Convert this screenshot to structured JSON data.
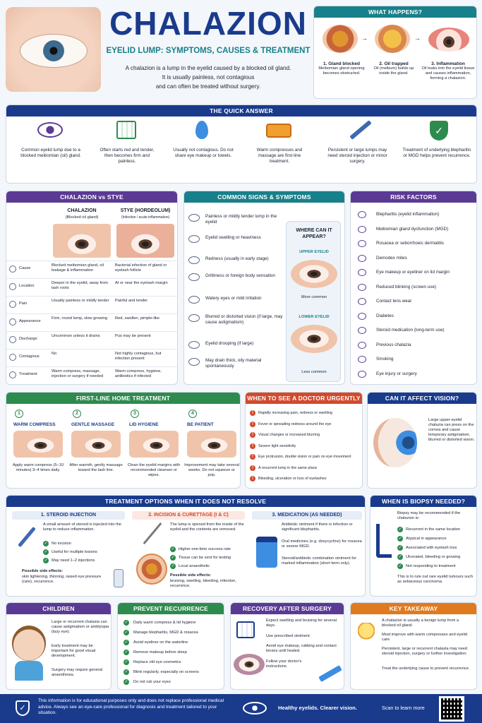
{
  "header": {
    "title": "CHALAZION",
    "subtitle": "EYELID LUMP: SYMPTOMS, CAUSES & TREATMENT",
    "intro": [
      "A chalazion is a lump in the eyelid caused by a blocked oil gland.",
      "It is usually painless, not contagious",
      "and can often be treated without surgery."
    ]
  },
  "what_happens": {
    "title": "WHAT HAPPENS?",
    "steps": [
      {
        "title": "1. Gland blocked",
        "text": "Meibomian gland opening becomes obstructed."
      },
      {
        "title": "2. Oil trapped",
        "text": "Oil (meibum) builds up inside the gland."
      },
      {
        "title": "3. Inflammation",
        "text": "Oil leaks into the eyelid tissue and causes inflammation, forming a chalazion."
      }
    ]
  },
  "quick_answer": {
    "title": "THE QUICK ANSWER",
    "items": [
      {
        "icon": "eye-icon",
        "text": "Common eyelid lump due to a blocked meibomian (oil) gland."
      },
      {
        "icon": "calendar-icon",
        "text": "Often starts red and tender, then becomes firm and painless."
      },
      {
        "icon": "droplet-icon",
        "text": "Usually not contagious. Do not share eye makeup or towels."
      },
      {
        "icon": "warm-compress-icon",
        "text": "Warm compresses and massage are first-line treatment."
      },
      {
        "icon": "syringe-icon",
        "text": "Persistent or large lumps may need steroid injection or minor surgery."
      },
      {
        "icon": "shield-check-icon",
        "text": "Treatment of underlying blepharitis or MGD helps prevent recurrence."
      }
    ]
  },
  "vs_stye": {
    "title": "CHALAZION vs STYE",
    "col1": "CHALAZION",
    "col1_sub": "(Blocked oil gland)",
    "col2": "STYE (HORDEOLUM)",
    "col2_sub": "(Infection / acute inflammation)",
    "rows": [
      {
        "label": "Cause",
        "a": "Blocked meibomian gland, oil leakage & inflammation",
        "b": "Bacterial infection of gland or eyelash follicle"
      },
      {
        "label": "Location",
        "a": "Deeper in the eyelid, away from lash roots",
        "b": "At or near the eyelash margin"
      },
      {
        "label": "Pain",
        "a": "Usually painless or mildly tender",
        "b": "Painful and tender"
      },
      {
        "label": "Appearance",
        "a": "Firm, round lump, slow growing",
        "b": "Red, swollen, pimple-like"
      },
      {
        "label": "Discharge",
        "a": "Uncommon unless it drains",
        "b": "Pus may be present"
      },
      {
        "label": "Contagious",
        "a": "No",
        "b": "Not highly contagious, but infection present"
      },
      {
        "label": "Treatment",
        "a": "Warm compress, massage, injection or surgery if needed",
        "b": "Warm compress, hygiene, antibiotics if infected"
      }
    ]
  },
  "symptoms": {
    "title": "COMMON SIGNS & SYMPTOMS",
    "items": [
      "Painless or mildly tender lump in the eyelid",
      "Eyelid swelling or heaviness",
      "Redness (usually in early stage)",
      "Grittiness or foreign body sensation",
      "Watery eyes or mild irritation",
      "Blurred or distorted vision (if large, may cause astigmatism)",
      "Eyelid drooping (if large)",
      "May drain thick, oily material spontaneously"
    ],
    "where_title": "WHERE CAN IT APPEAR?",
    "upper": "UPPER EYELID",
    "upper_note": "More common",
    "lower": "LOWER EYELID",
    "lower_note": "Less common"
  },
  "risk": {
    "title": "RISK FACTORS",
    "items": [
      "Blepharitis (eyelid inflammation)",
      "Meibomian gland dysfunction (MGD)",
      "Rosacea or seborrhoeic dermatitis",
      "Demodex mites",
      "Eye makeup or eyeliner on lid margin",
      "Reduced blinking (screen use)",
      "Contact lens wear",
      "Diabetes",
      "Steroid medication (long-term use)",
      "Previous chalazia",
      "Smoking",
      "Eye injury or surgery"
    ]
  },
  "home": {
    "title": "FIRST-LINE HOME TREATMENT",
    "steps": [
      {
        "n": "1",
        "title": "WARM COMPRESS",
        "text": "Apply warm compress (5–10 minutes) 3–4 times daily."
      },
      {
        "n": "2",
        "title": "GENTLE MASSAGE",
        "text": "After warmth, gently massage toward the lash line."
      },
      {
        "n": "3",
        "title": "LID HYGIENE",
        "text": "Clean the eyelid margins with recommended cleanser or wipes."
      },
      {
        "n": "4",
        "title": "BE PATIENT",
        "text": "Improvement may take several weeks. Do not squeeze or pop."
      }
    ]
  },
  "urgent": {
    "title": "WHEN TO SEE A DOCTOR URGENTLY",
    "items": [
      "Rapidly increasing pain, redness or swelling",
      "Fever or spreading redness around the eye",
      "Visual changes or increased blurring",
      "Severe light sensitivity",
      "Eye protrusion, double vision or pain on eye movement",
      "A recurrent lump in the same place",
      "Bleeding, ulceration or loss of eyelashes"
    ]
  },
  "vision": {
    "title": "CAN IT AFFECT VISION?",
    "text": "Large upper-eyelid chalazia can press on the cornea and cause temporary astigmatism, blurred or distorted vision."
  },
  "options": {
    "title": "TREATMENT OPTIONS WHEN IT DOES NOT RESOLVE",
    "steroid": {
      "title": "1. STEROID INJECTION",
      "intro": "A small amount of steroid is injected into the lump to reduce inflammation.",
      "points": [
        "No incision",
        "Useful for multiple lesions",
        "May need 1–2 injections"
      ],
      "side_title": "Possible side effects:",
      "side": "skin lightening, thinning, raised eye pressure (rare), recurrence."
    },
    "incision": {
      "title": "2. INCISION & CURETTAGE (I & C)",
      "intro": "The lump is opened from the inside of the eyelid and the contents are removed.",
      "points": [
        "Higher one-time success rate",
        "Tissue can be sent for testing",
        "Local anaesthetic"
      ],
      "side_title": "Possible side effects:",
      "side": "bruising, swelling, bleeding, infection, recurrence."
    },
    "medication": {
      "title": "3. MEDICATION (AS NEEDED)",
      "p1": "Antibiotic ointment if there is infection or significant blepharitis.",
      "p2": "Oral medicines (e.g. doxycycline) for rosacea or severe MGD.",
      "p3": "Steroid/antibiotic combination ointment for marked inflammation (short term only)."
    }
  },
  "biopsy": {
    "title": "WHEN IS BIOPSY NEEDED?",
    "intro": "Biopsy may be recommended if the chalazion is:",
    "items": [
      "Recurrent in the same location",
      "Atypical in appearance",
      "Associated with eyelash loss",
      "Ulcerated, bleeding or growing",
      "Not responding to treatment"
    ],
    "note": "This is to rule out rare eyelid tumours such as sebaceous carcinoma."
  },
  "children": {
    "title": "CHILDREN",
    "p1": "Large or recurrent chalazia can cause astigmatism or amblyopia (lazy eye).",
    "p2": "Early treatment may be important for good visual development.",
    "p3": "Surgery may require general anaesthesia."
  },
  "prevent": {
    "title": "PREVENT RECURRENCE",
    "items": [
      "Daily warm compress & lid hygiene",
      "Manage blepharitis, MGD & rosacea",
      "Avoid eyeliner on the waterline",
      "Remove makeup before sleep",
      "Replace old eye cosmetics",
      "Blink regularly, especially on screens",
      "Do not rub your eyes"
    ]
  },
  "recovery": {
    "title": "RECOVERY AFTER SURGERY",
    "p1": "Expect swelling and bruising for several days.",
    "p2": "Use prescribed ointment.",
    "p3": "Avoid eye makeup, rubbing and contact lenses until healed.",
    "p4": "Follow your doctor's instructions."
  },
  "takeaway": {
    "title": "KEY TAKEAWAY",
    "p1": "A chalazion is usually a benign lump from a blocked oil gland.",
    "p2": "Most improve with warm compresses and eyelid care.",
    "p3": "Persistent, large or recurrent chalazia may need steroid injection, surgery or further investigation.",
    "p4": "Treat the underlying cause to prevent recurrence."
  },
  "footer": {
    "disclaimer": "This information is for educational purposes only and does not replace professional medical advice. Always see an eye-care professional for diagnosis and treatment tailored to your situation.",
    "slogan": "Healthy eyelids. Clearer vision.",
    "scan": "Scan to learn more"
  },
  "colors": {
    "navy": "#1a3b8c",
    "green": "#2e8b4e",
    "purple": "#5b3a94",
    "teal": "#18808a",
    "red": "#d24a2c",
    "orange": "#e07a1f"
  }
}
